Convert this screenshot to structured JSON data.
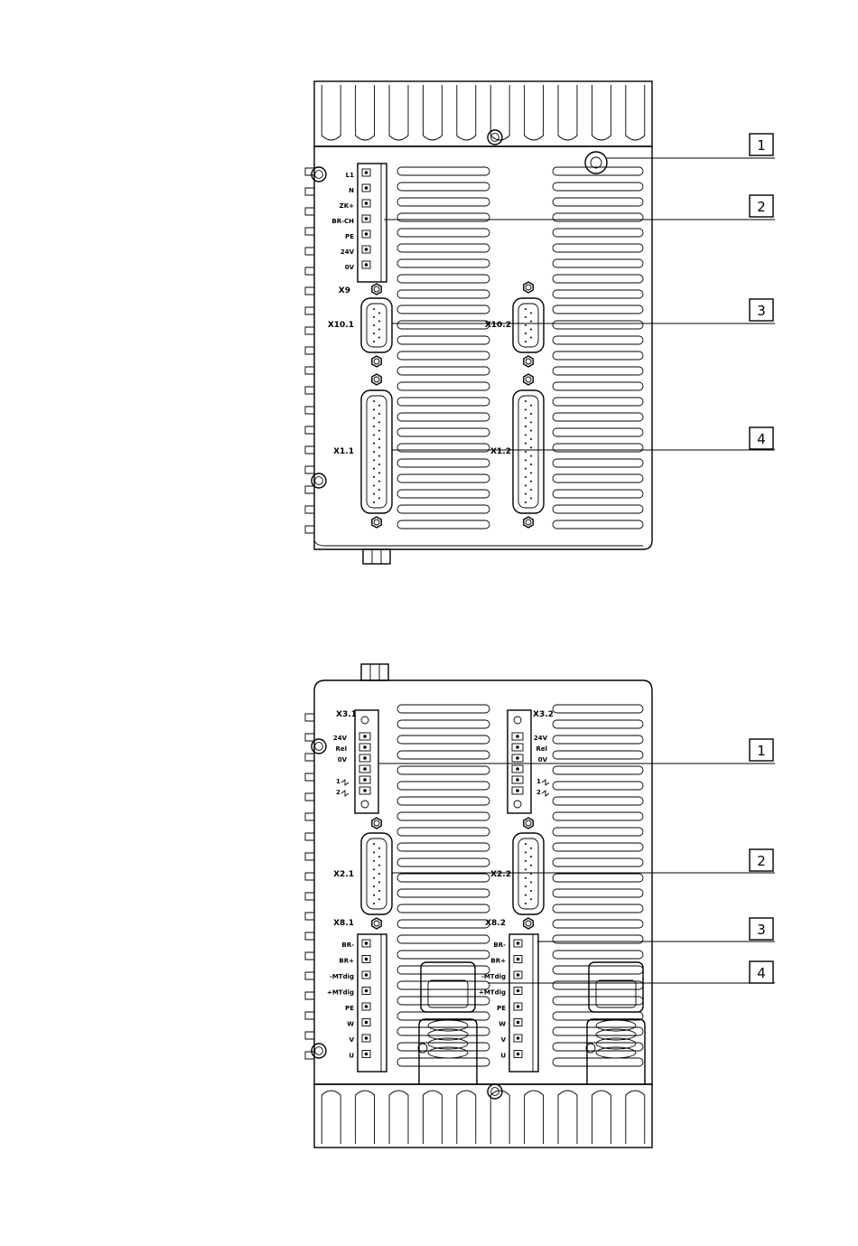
{
  "top_view": {
    "power_connector": {
      "pins": [
        "L1",
        "N",
        "ZK+",
        "BR-CH",
        "PE",
        "24V",
        "0V"
      ],
      "name": "X9"
    },
    "connectors": [
      "X10.1",
      "X10.2",
      "X1.1",
      "X1.2"
    ],
    "callouts": [
      "1",
      "2",
      "3",
      "4"
    ]
  },
  "bottom_view": {
    "connectors": {
      "x3_left": "X3.1",
      "x3_right": "X3.2",
      "x2_left": "X2.1",
      "x2_right": "X2.2",
      "x8_left": "X8.1",
      "x8_right": "X8.2"
    },
    "x3_pins": [
      "24V",
      "Rel",
      "0V"
    ],
    "x3_therm": [
      "1",
      "2"
    ],
    "x8_pins": [
      "BR-",
      "BR+",
      "-MTdig",
      "+MTdig",
      "PE",
      "W",
      "V",
      "U"
    ],
    "callouts": [
      "1",
      "2",
      "3",
      "4"
    ]
  }
}
